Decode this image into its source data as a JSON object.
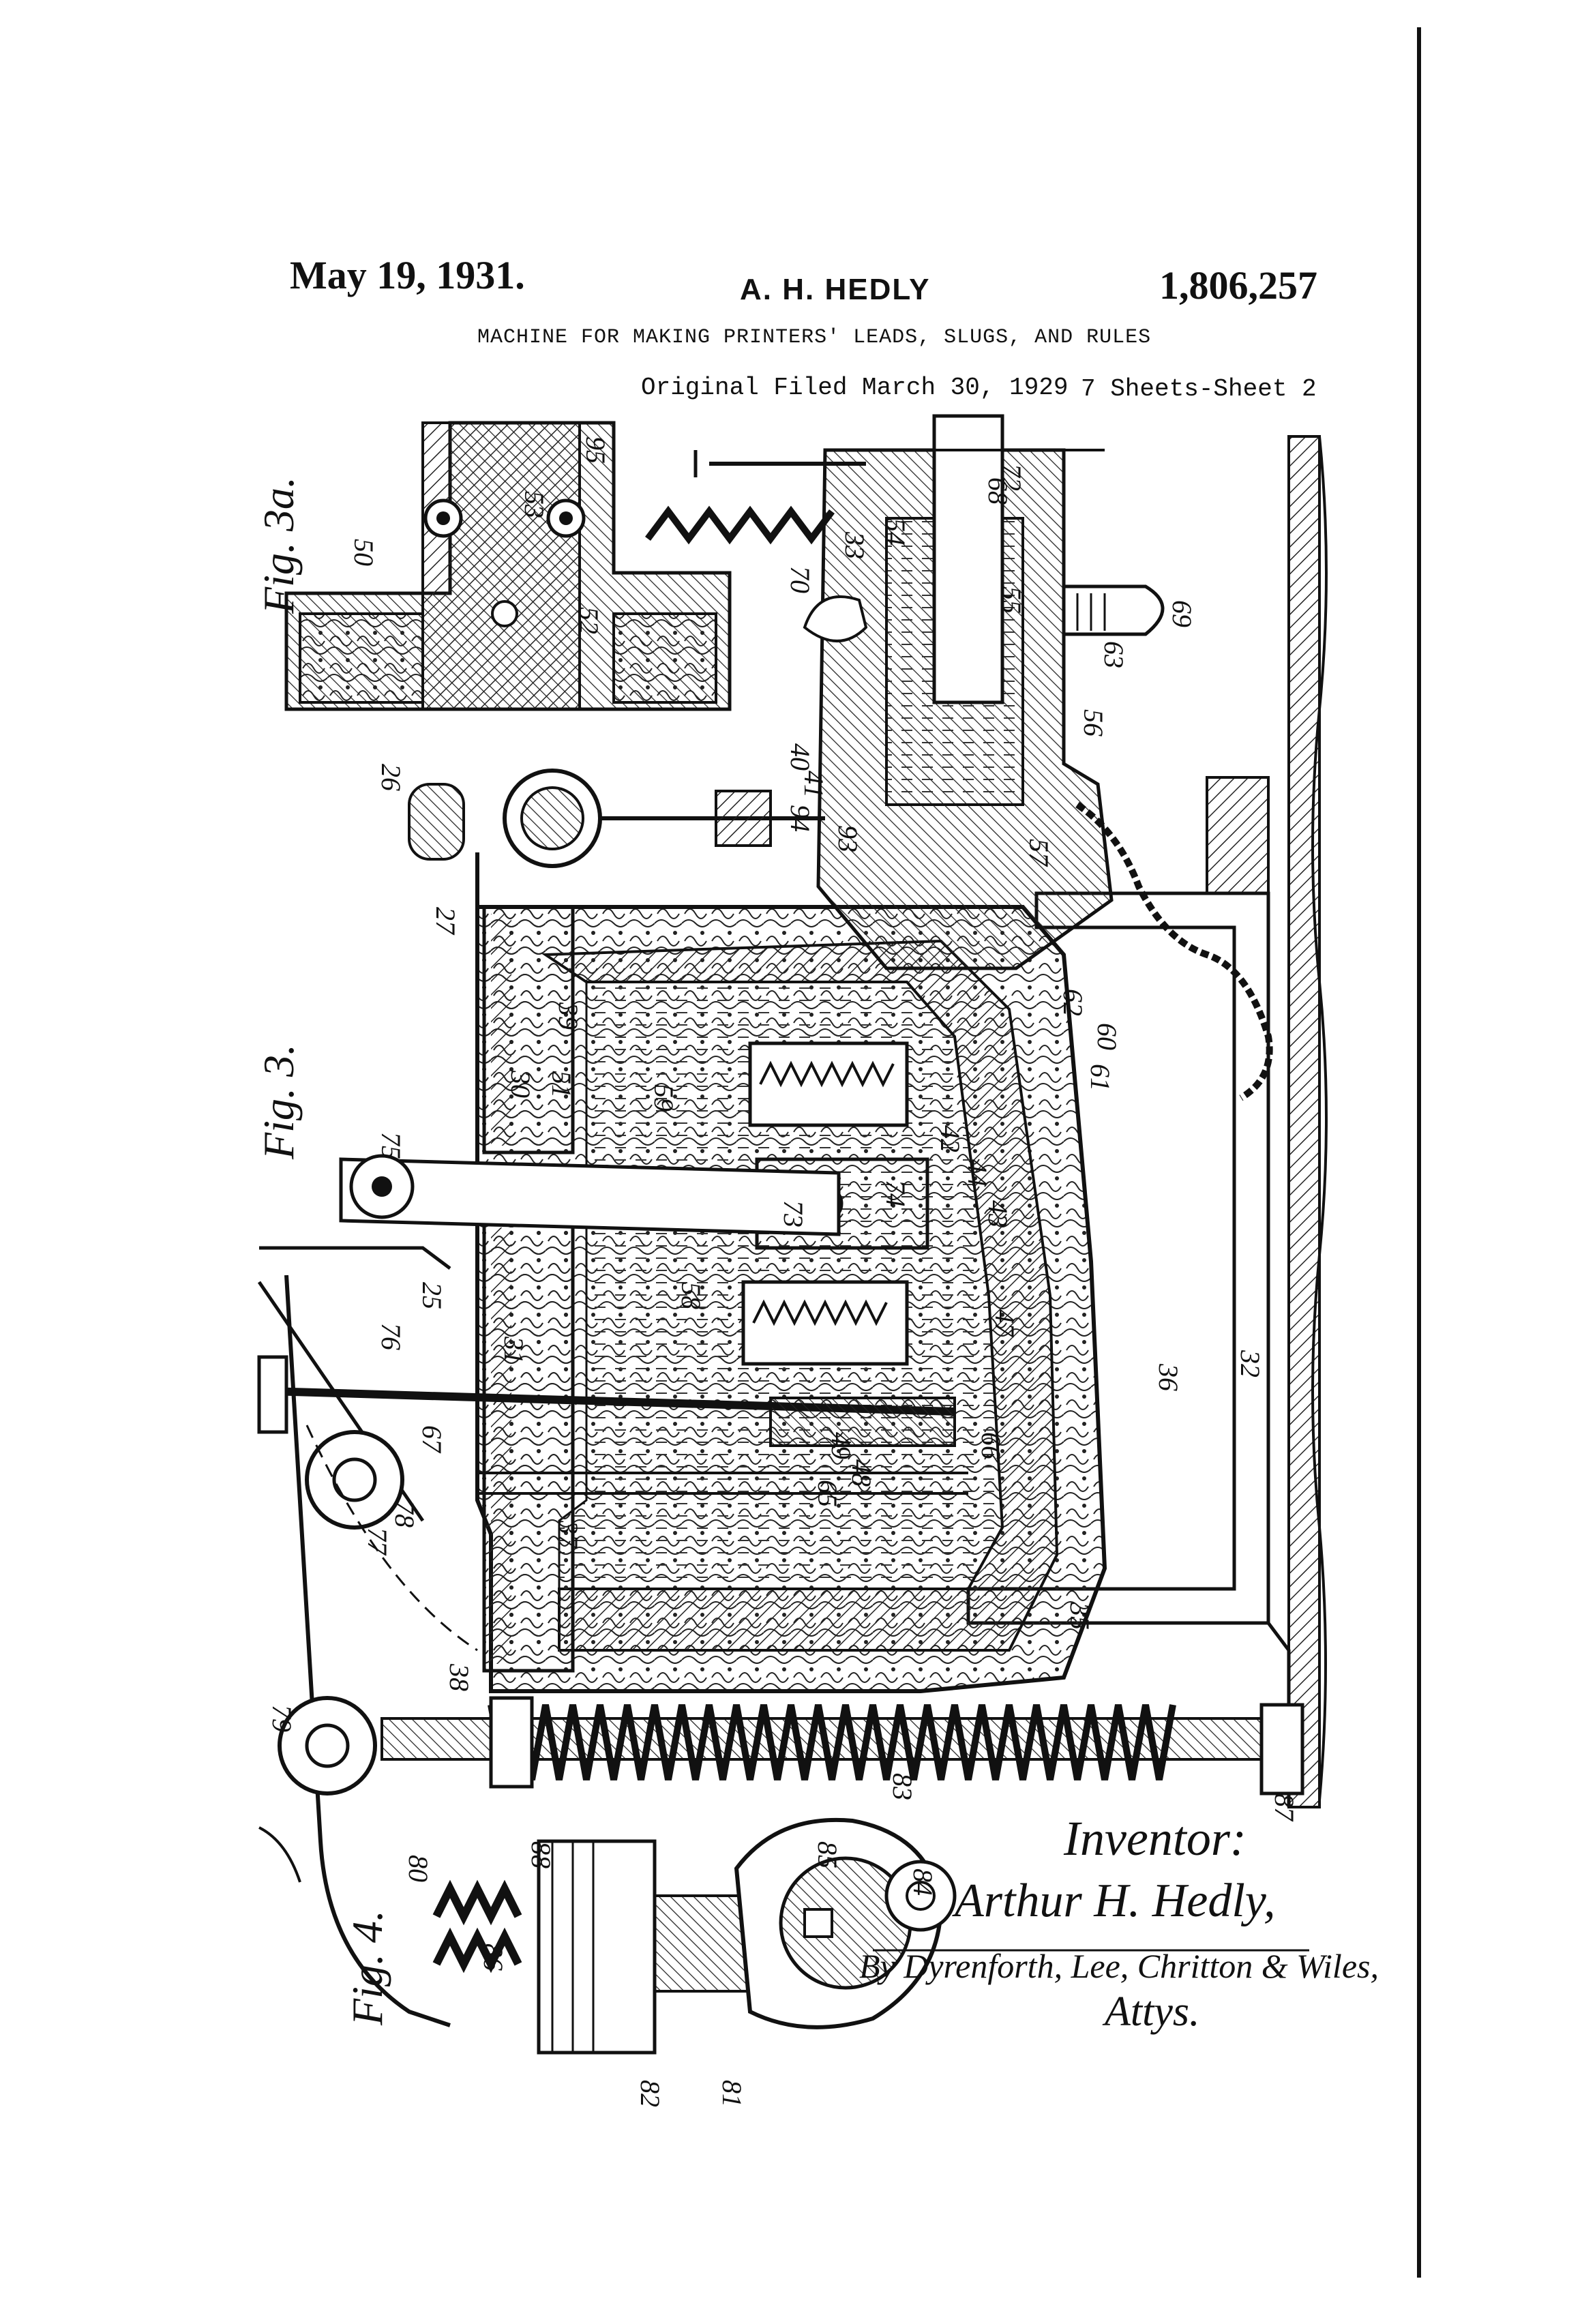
{
  "header": {
    "date": "May 19, 1931.",
    "inventor": "A. H. HEDLY",
    "patent_number": "1,806,257",
    "title": "MACHINE FOR MAKING PRINTERS' LEADS, SLUGS, AND RULES",
    "filed": "Original Filed March 30, 1929",
    "sheets": "7 Sheets-Sheet 2"
  },
  "figures": [
    "Fig. 3",
    "Fig. 3a",
    "Fig. 4"
  ],
  "reference_numerals": [
    "25",
    "26",
    "27",
    "30",
    "31",
    "32",
    "33",
    "35",
    "36",
    "37",
    "38",
    "39",
    "40",
    "41",
    "42",
    "43",
    "44",
    "47",
    "48",
    "49",
    "50",
    "51",
    "52",
    "53",
    "54",
    "55",
    "56",
    "57",
    "58",
    "59",
    "60",
    "61",
    "62",
    "63",
    "65",
    "66",
    "67",
    "68",
    "69",
    "70",
    "72",
    "73",
    "74",
    "75",
    "76",
    "77",
    "78",
    "79",
    "80",
    "81",
    "82",
    "83",
    "84",
    "85",
    "86",
    "87",
    "88",
    "93",
    "94",
    "95"
  ],
  "signature": {
    "inventor_label": "Inventor:",
    "inventor_name": "Arthur H. Hedly,",
    "attorneys": "By Dyrenforth, Lee, Chritton & Wiles,",
    "attys_label": "Attys."
  }
}
